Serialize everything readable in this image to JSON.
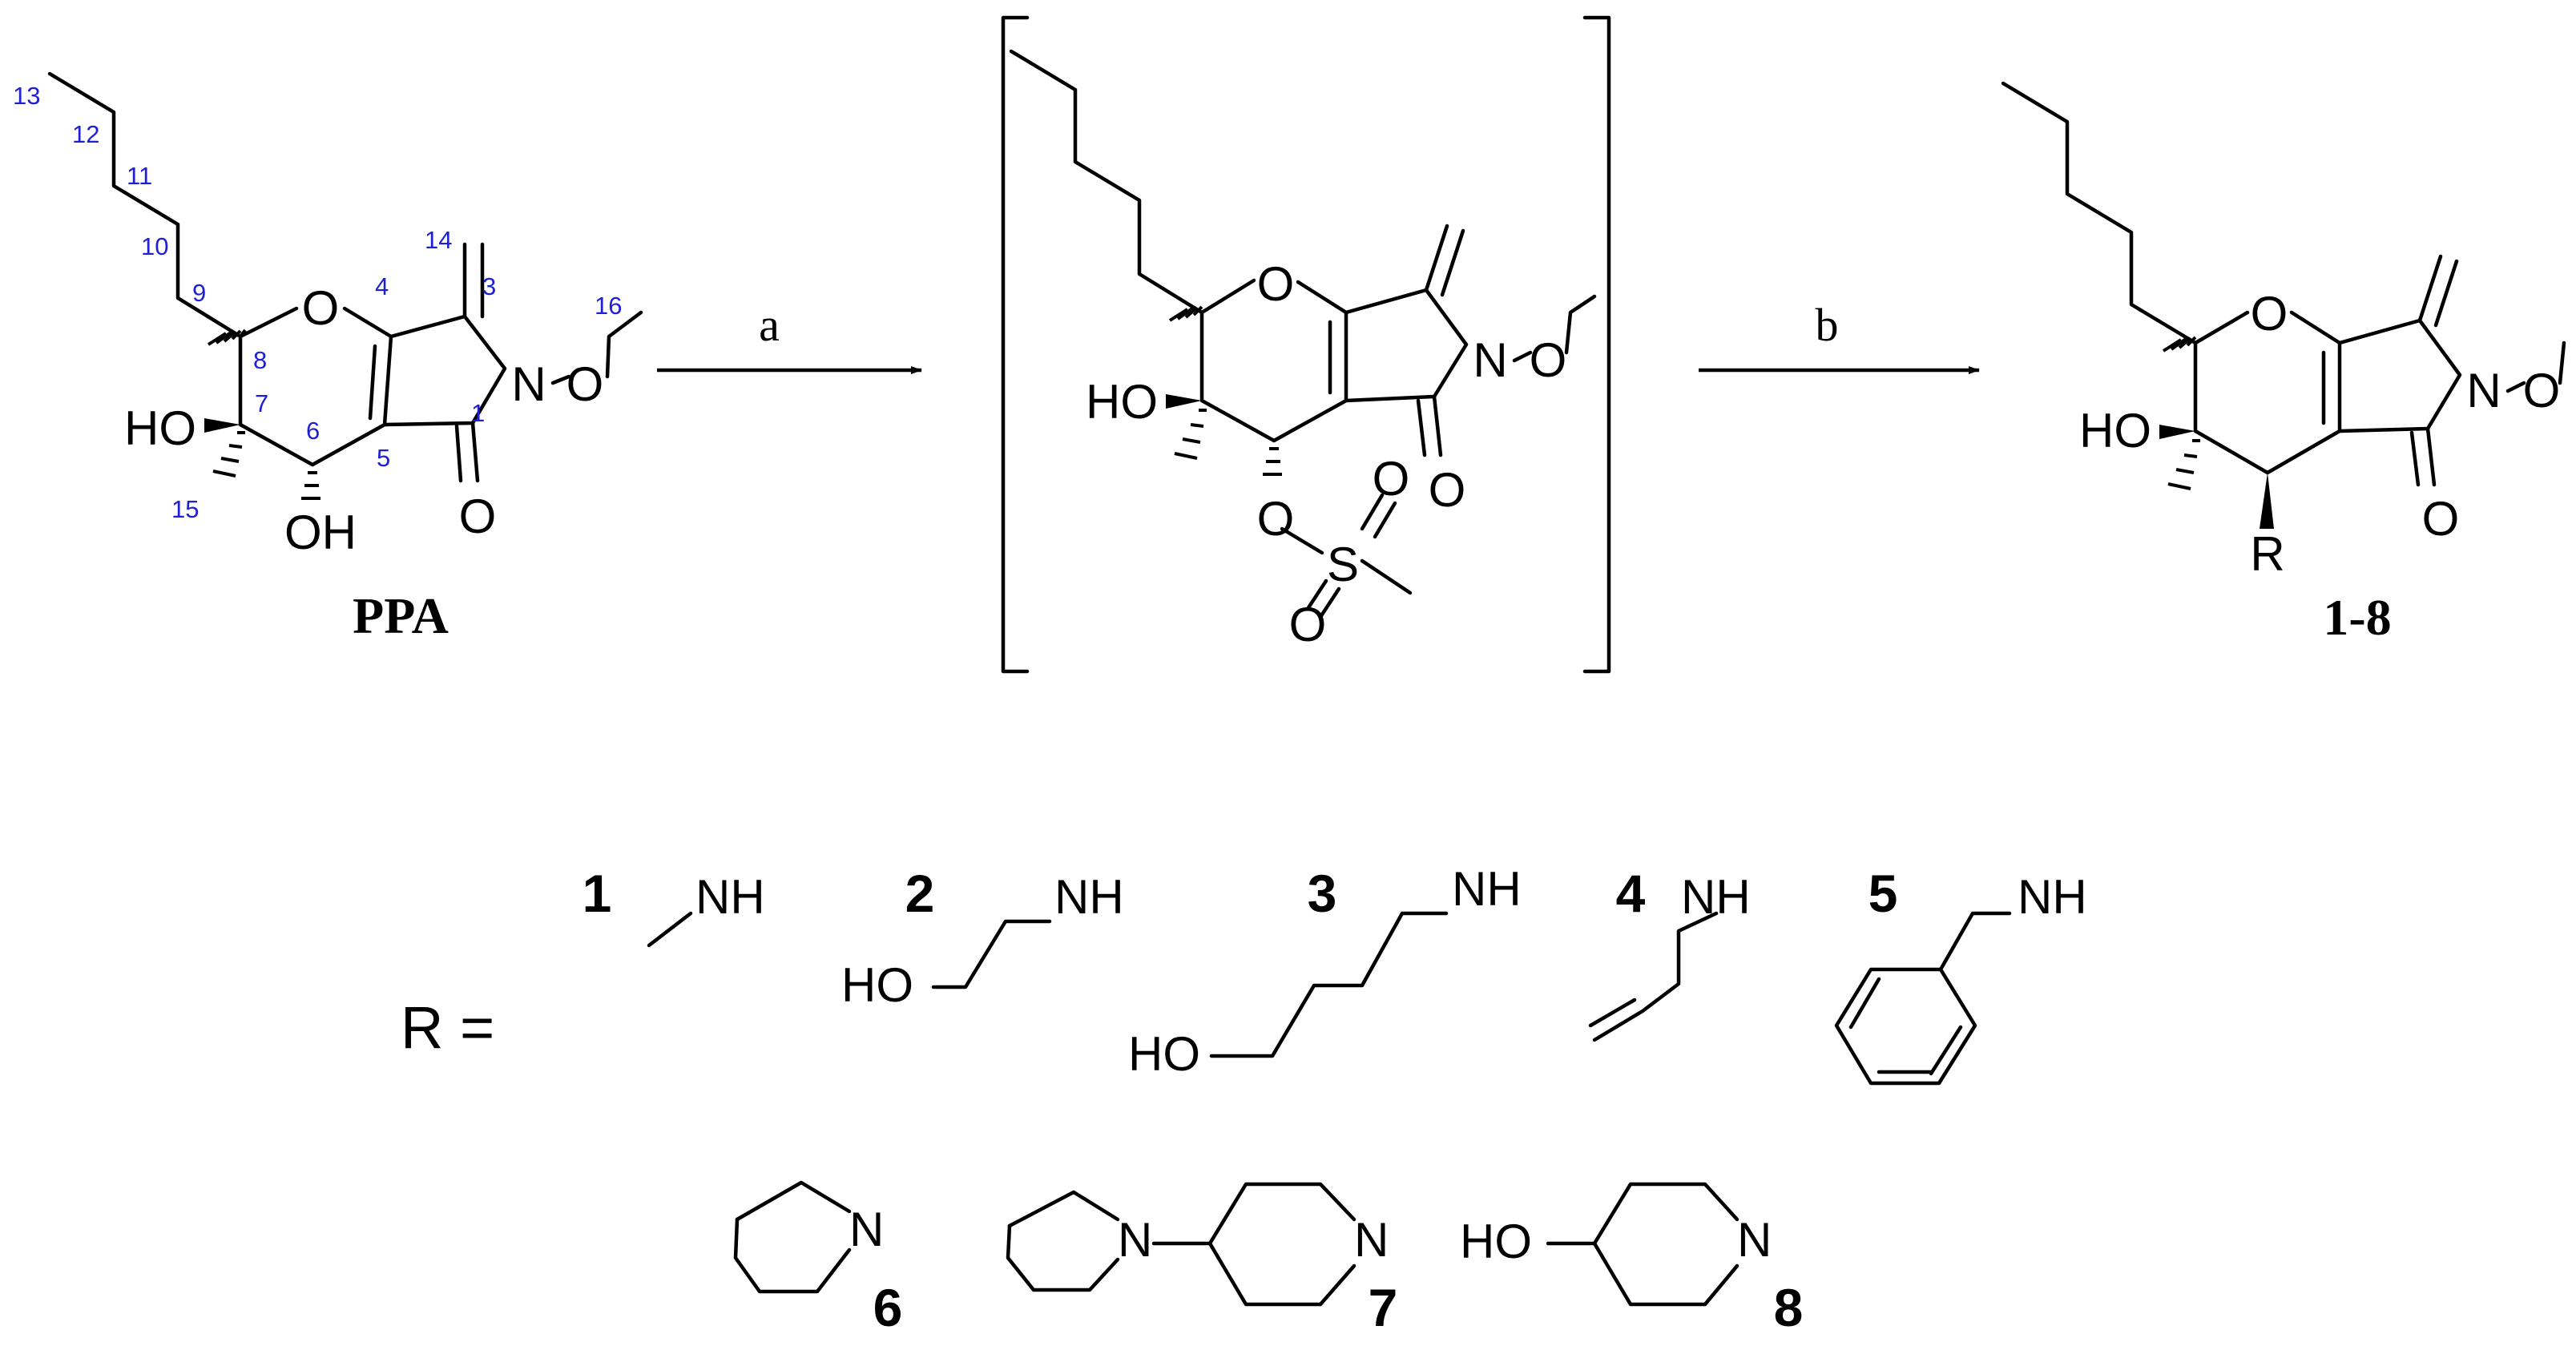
{
  "scheme": {
    "reagents": {
      "step_a": "a",
      "step_b": "b"
    },
    "compounds": {
      "start": "PPA",
      "product": "1-8"
    },
    "atom_labels": {
      "O": "O",
      "N": "N",
      "HO": "HO",
      "OH": "OH",
      "S": "S",
      "R": "R",
      "NH": "NH"
    },
    "ppa_numbering": [
      "1",
      "3",
      "4",
      "5",
      "6",
      "7",
      "8",
      "9",
      "10",
      "11",
      "12",
      "13",
      "14",
      "15",
      "16"
    ],
    "r_group": {
      "prefix": "R =",
      "indices": [
        "1",
        "2",
        "3",
        "4",
        "5",
        "6",
        "7",
        "8"
      ]
    },
    "colors": {
      "bonds": "#000000",
      "numbering": "#1f1fd6",
      "background": "#ffffff"
    }
  }
}
